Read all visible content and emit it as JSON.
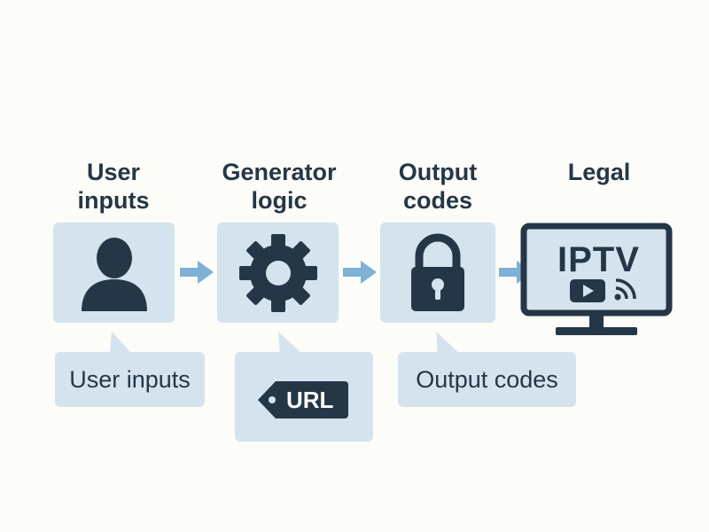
{
  "headings": {
    "user_inputs": [
      "User",
      "inputs"
    ],
    "generator_logic": [
      "Generator",
      "logic"
    ],
    "output_codes": [
      "Output",
      "codes"
    ],
    "legal": [
      "Legal"
    ]
  },
  "callouts": {
    "user_inputs": "User inputs",
    "url_tag": "URL",
    "output_codes": "Output codes"
  },
  "tv": {
    "screen_text": "IPTV"
  },
  "icons": [
    "user-icon",
    "gear-icon",
    "lock-icon",
    "url-tag-icon",
    "tv-icon",
    "play-icon",
    "signal-icon"
  ],
  "colors": {
    "background": "#fcfcf9",
    "box": "#d5e3ee",
    "icon": "#253746",
    "arrow": "#7fb0d6"
  }
}
